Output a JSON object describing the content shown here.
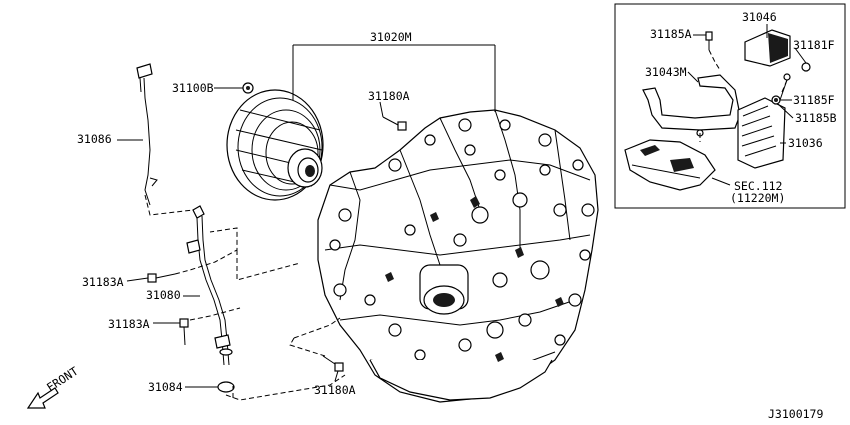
{
  "labels": {
    "p31020M": "31020M",
    "p31100B": "31100B",
    "p31180A_top": "31180A",
    "p31086": "31086",
    "p31183A_1": "31183A",
    "p31080": "31080",
    "p31183A_2": "31183A",
    "p31084": "31084",
    "p31180A_bottom": "31180A",
    "p31185A": "31185A",
    "p31046": "31046",
    "p31181F": "31181F",
    "p31043M": "31043M",
    "p31185F": "31185F",
    "p31185B": "31185B",
    "p31036": "31036",
    "sec_ref": "SEC.112",
    "sec_ref_sub": "(11220M)"
  },
  "front_indicator": "FRONT",
  "diagram_id": "J3100179"
}
